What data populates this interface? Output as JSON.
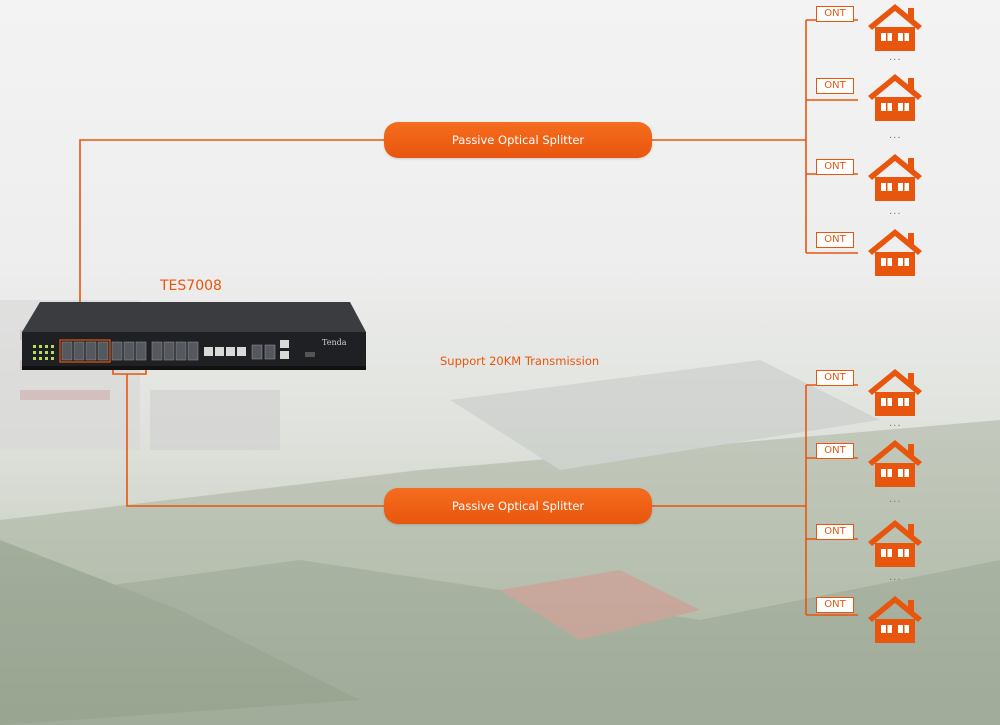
{
  "device": {
    "model": "TES7008",
    "brand": "Tenda"
  },
  "splitters": [
    {
      "label": "Passive Optical Splitter"
    },
    {
      "label": "Passive Optical Splitter"
    }
  ],
  "caption": "Support 20KM Transmission",
  "ont_label": "ONT",
  "ellipsis": "...",
  "colors": {
    "accent": "#e8560d",
    "device_body": "#1f2023"
  },
  "icons": [
    "house-icon",
    "olt-switch-icon"
  ]
}
